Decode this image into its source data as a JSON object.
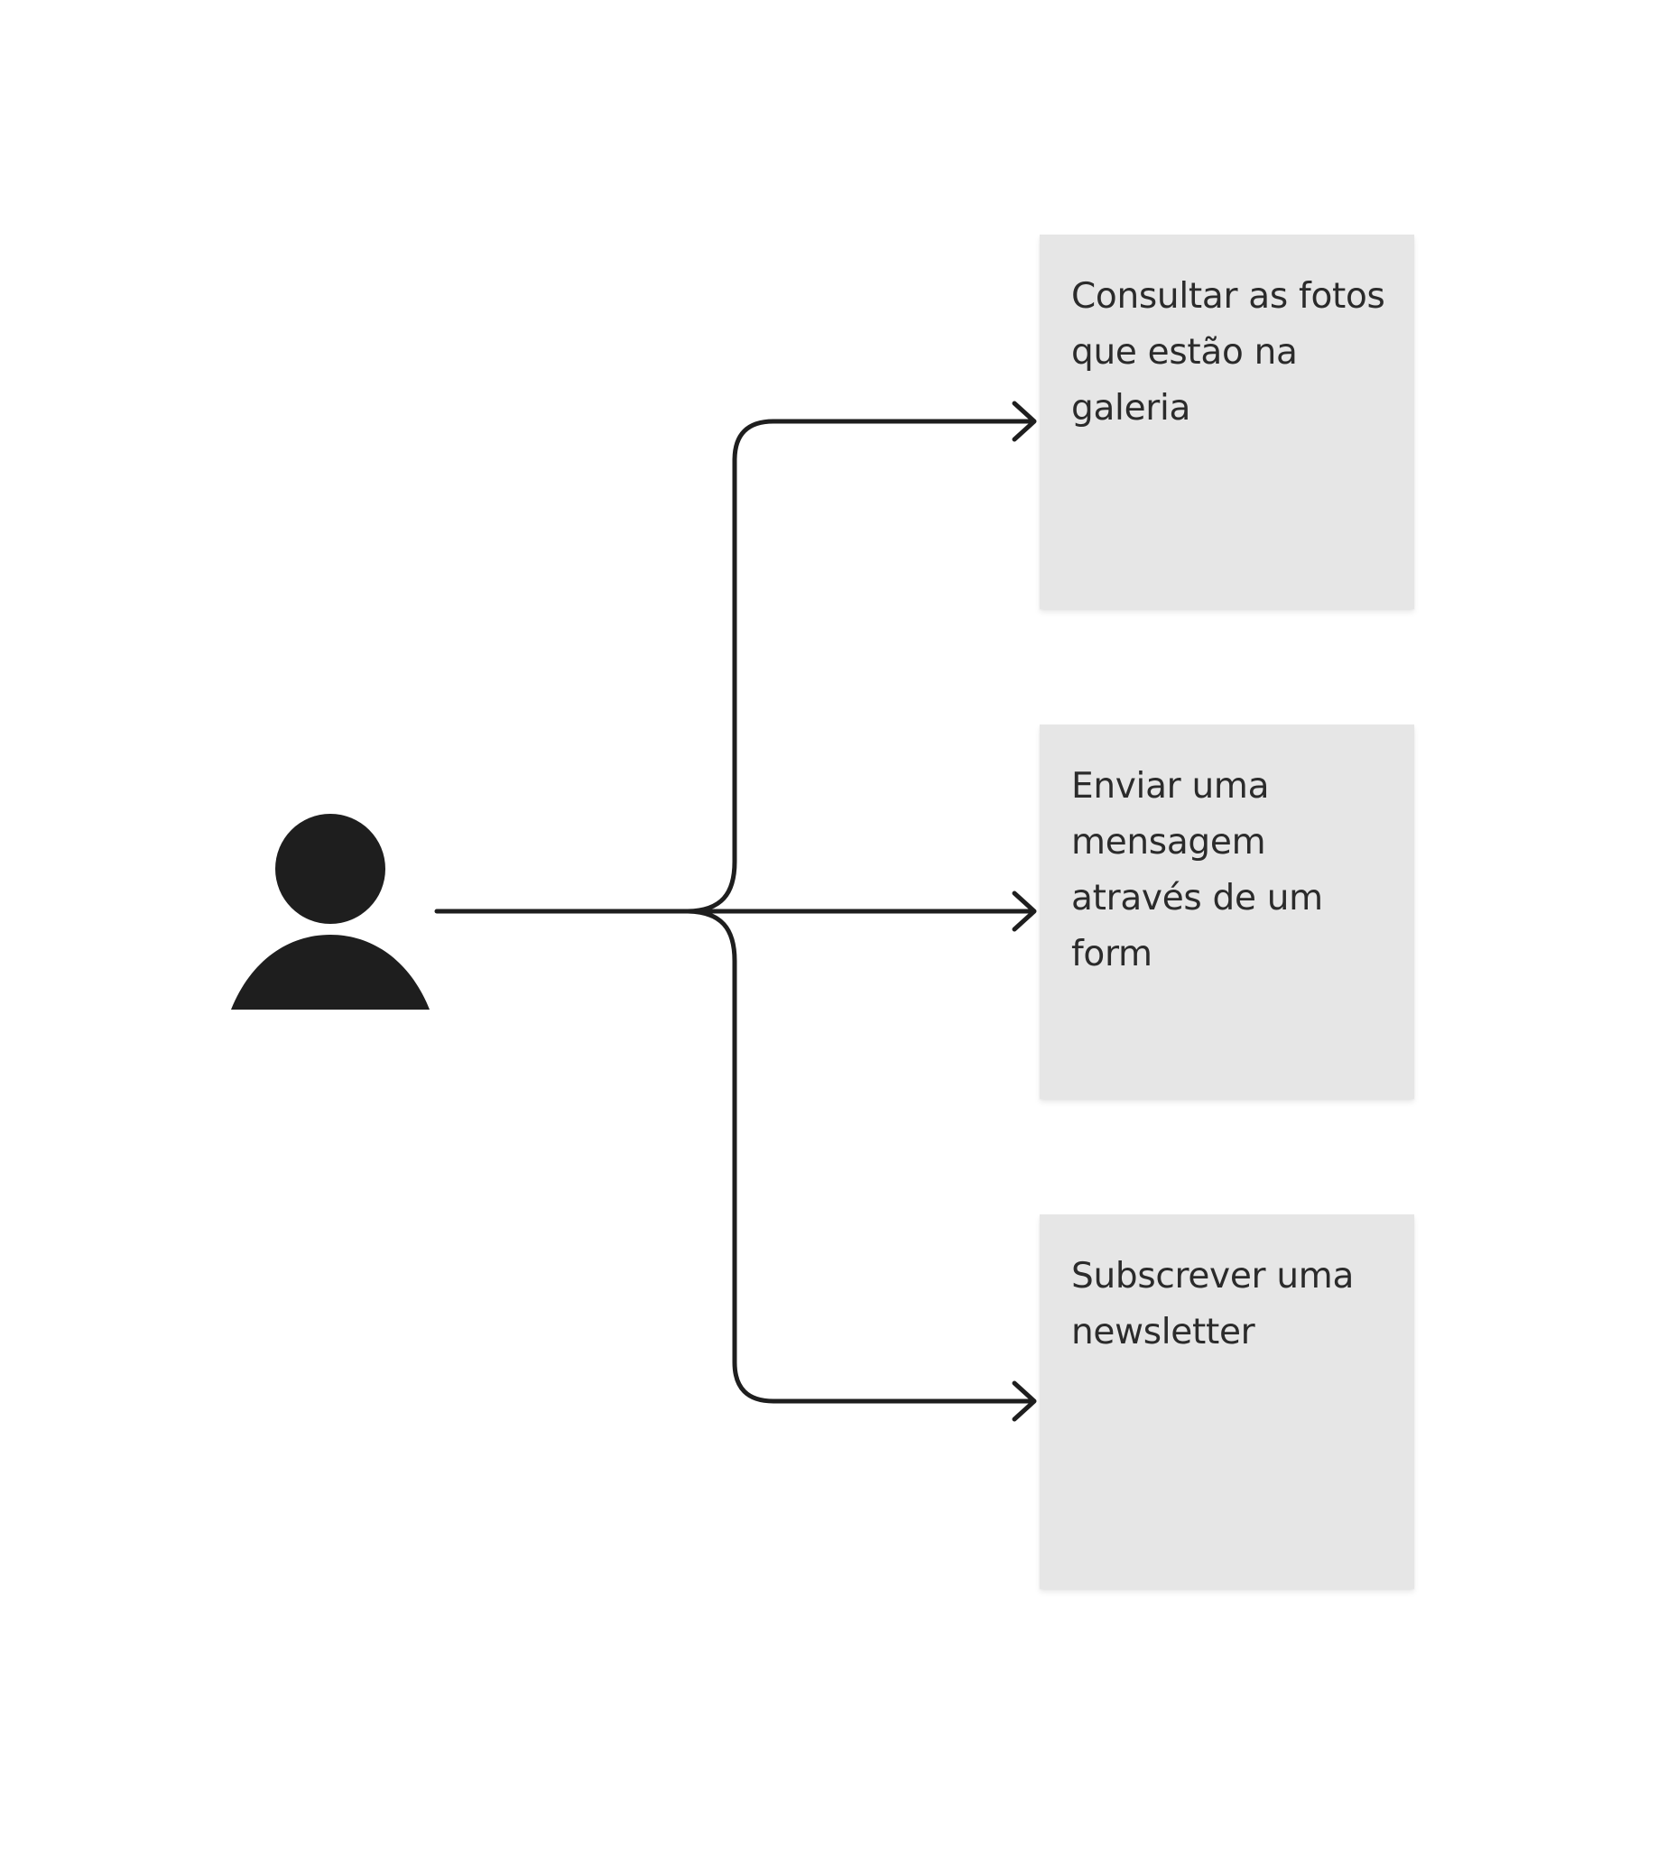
{
  "colors": {
    "stroke": "#1e1e1e",
    "note_fill": "#e6e6e6",
    "note_text": "#2b2b2b"
  },
  "actor": {
    "icon": "user-icon"
  },
  "notes": [
    {
      "text": "Consultar as fotos que estão na galeria"
    },
    {
      "text": "Enviar uma mensagem através de um form"
    },
    {
      "text": "Subscrever uma newsletter"
    }
  ]
}
